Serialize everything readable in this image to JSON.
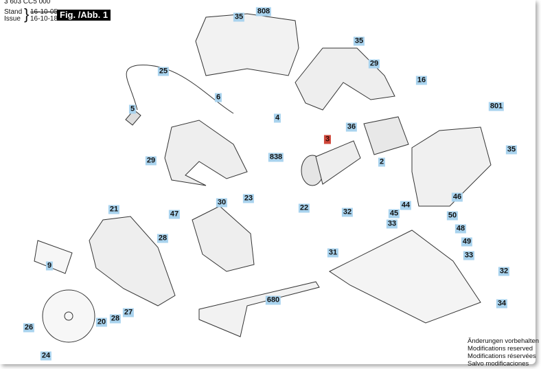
{
  "header": {
    "document_number": "3 603 CC5 000",
    "stand_label": "Stand",
    "issue_label": "Issue",
    "brace": "}",
    "old_date": "16-10-05",
    "issue_date": "16-10-18",
    "figure_title": "Fig. /Abb. 1"
  },
  "notes": [
    "Änderungen vorbehalten",
    "Modifications reserved",
    "Modifications réservées",
    "Salvo modificaciones"
  ],
  "part_labels": [
    "35",
    "808",
    "35",
    "29",
    "25",
    "6",
    "16",
    "801",
    "5",
    "4",
    "36",
    "3",
    "35",
    "29",
    "838",
    "2",
    "23",
    "22",
    "30",
    "44",
    "46",
    "21",
    "47",
    "32",
    "45",
    "50",
    "33",
    "48",
    "28",
    "49",
    "31",
    "33",
    "9",
    "32",
    "680",
    "34",
    "20",
    "28",
    "27",
    "26",
    "24"
  ],
  "colors": {
    "label": "#a9d3ee",
    "highlight_label": "#d0473a"
  },
  "highlighted_part": "3"
}
